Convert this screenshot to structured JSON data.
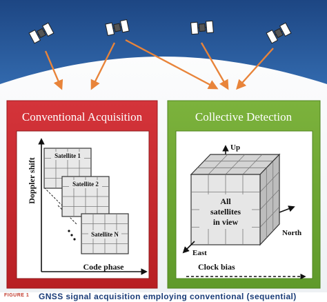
{
  "panels": {
    "conventional": {
      "title": "Conventional Acquisition"
    },
    "collective": {
      "title": "Collective Detection"
    }
  },
  "conventional_plot": {
    "y_axis_label": "Doppler shift",
    "x_axis_label": "Code phase",
    "grids": [
      "Satellite 1",
      "Satellite 2",
      "Satellite N"
    ],
    "ellipsis": "•\n•\n•"
  },
  "collective_plot": {
    "cube_label": [
      "All",
      "satellites",
      "in view"
    ],
    "axis_up": "Up",
    "axis_north": "North",
    "axis_east": "East",
    "clock_bias_label": "Clock bias"
  },
  "caption": {
    "figure_label": "FIGURE 1",
    "text": "GNSS signal acquisition employing conventional (sequential)"
  },
  "colors": {
    "sky_top": "#23518f",
    "sky_bottom": "#2e63a6",
    "arrow": "#e8843a",
    "conventional_panel": "#c8282c",
    "collective_panel": "#6ea832",
    "caption_text": "#1a3c78"
  }
}
